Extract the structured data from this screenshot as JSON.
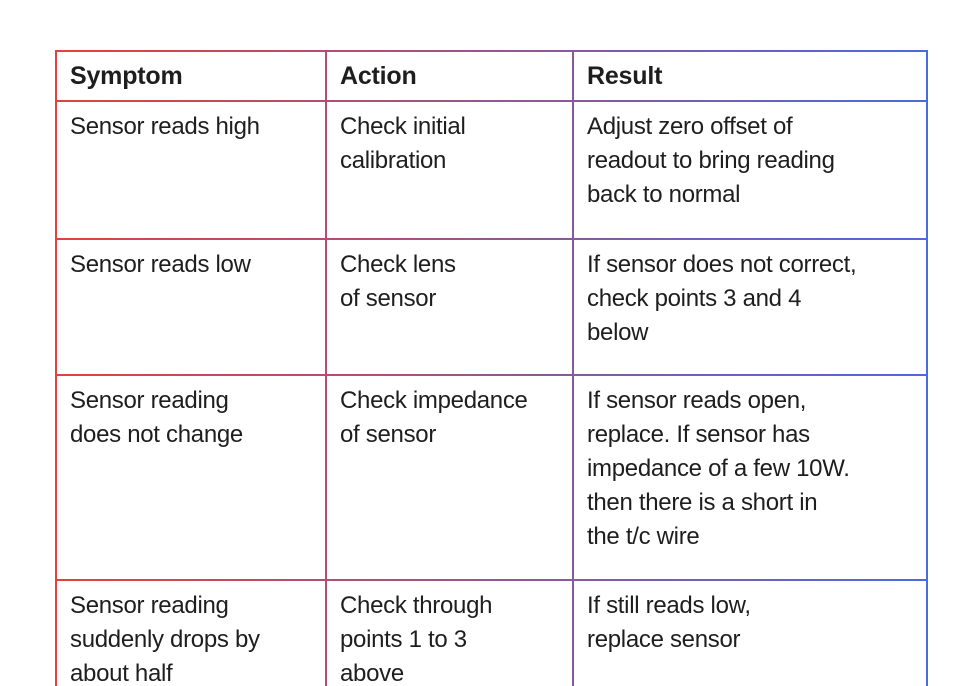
{
  "page": {
    "background_color": "#ffffff",
    "text_color": "#1e1e1e"
  },
  "table": {
    "border_gradient": {
      "start": "#e2423b",
      "end": "#4a6ae0"
    },
    "columns": {
      "symptom": "Symptom",
      "action": "Action",
      "result": "Result"
    },
    "rows": [
      {
        "symptom": "Sensor reads high",
        "action": "Check initial\ncalibration",
        "result": "Adjust zero offset of\nreadout to bring reading\nback to normal"
      },
      {
        "symptom": "Sensor reads low",
        "action": "Check lens\nof sensor",
        "result": "If sensor does not correct,\ncheck points 3 and 4\nbelow"
      },
      {
        "symptom": "Sensor reading\ndoes not change",
        "action": "Check impedance\nof sensor",
        "result": "If sensor reads open,\nreplace. If sensor has\nimpedance of a few 10W.\nthen there is a short in\nthe t/c wire"
      },
      {
        "symptom": "Sensor reading\nsuddenly drops by\nabout half",
        "action": "Check through\npoints 1 to 3\nabove",
        "result": "If still reads low,\nreplace sensor"
      }
    ]
  }
}
